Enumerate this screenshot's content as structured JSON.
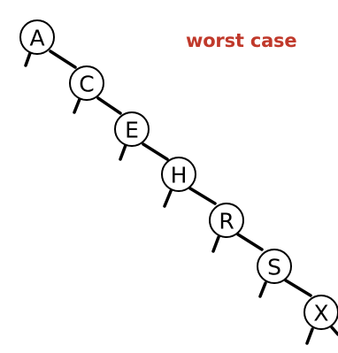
{
  "diagram": {
    "title": "worst case",
    "title_color": "#c0392b",
    "nodes": [
      {
        "key": "A"
      },
      {
        "key": "C"
      },
      {
        "key": "E"
      },
      {
        "key": "H"
      },
      {
        "key": "R"
      },
      {
        "key": "S"
      },
      {
        "key": "X"
      }
    ]
  }
}
